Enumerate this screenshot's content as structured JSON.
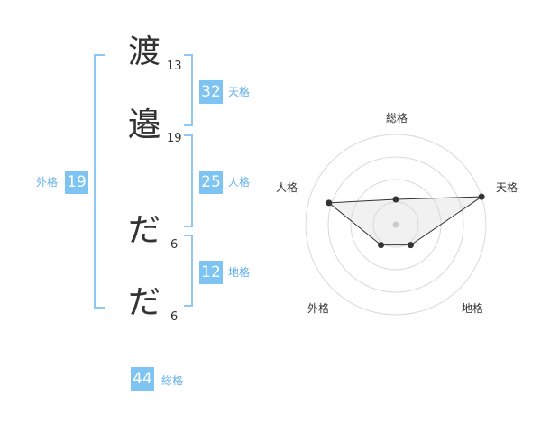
{
  "name_chars": [
    {
      "char": "渡",
      "strokes": "13"
    },
    {
      "char": "邉",
      "strokes": "19"
    },
    {
      "char": "だ",
      "strokes": "6"
    },
    {
      "char": "だ",
      "strokes": "6"
    }
  ],
  "kakusu": {
    "tenkaku": {
      "value": "32",
      "label": "天格"
    },
    "jinkaku": {
      "value": "25",
      "label": "人格"
    },
    "chikaku": {
      "value": "12",
      "label": "地格"
    },
    "gaikaku": {
      "value": "19",
      "label": "外格"
    },
    "soukaku": {
      "value": "44",
      "label": "総格"
    }
  },
  "colors": {
    "accent": "#7ec4f2",
    "bracket": "#8fc9f3",
    "label": "#62b0e8"
  },
  "chart_data": {
    "type": "radar",
    "axes": [
      "総格",
      "天格",
      "地格",
      "外格",
      "人格"
    ],
    "values": [
      0.28,
      1.0,
      0.28,
      0.28,
      0.78
    ],
    "range": [
      0,
      1
    ],
    "rings": 4
  }
}
